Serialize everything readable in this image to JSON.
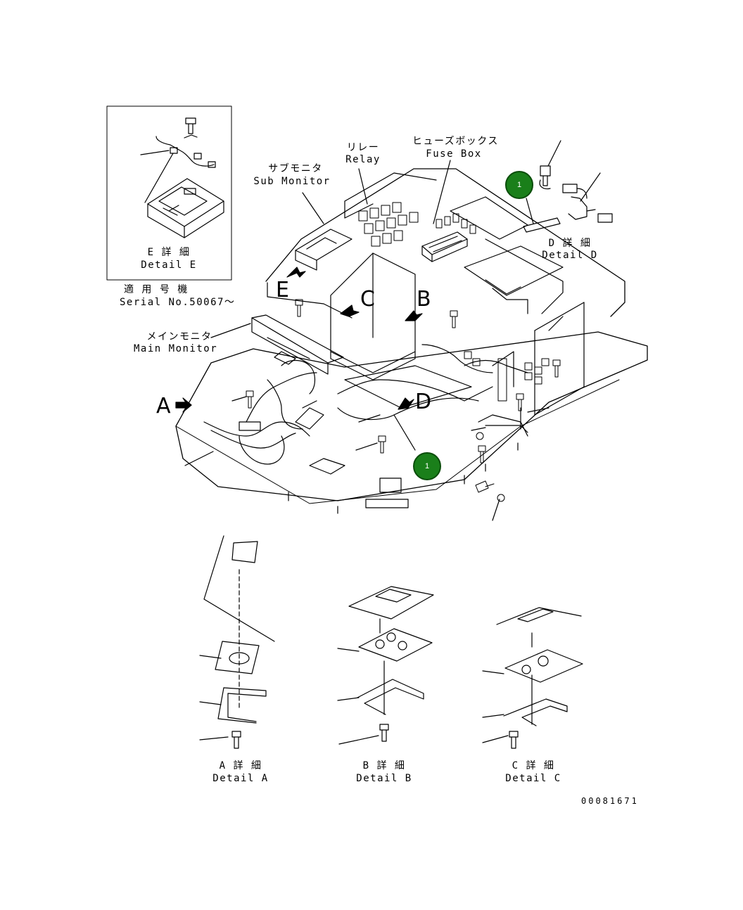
{
  "labels": {
    "detail_e_jp": "E 詳 細",
    "detail_e_en": "Detail E",
    "serial_jp": "適 用 号 機",
    "serial_en": "Serial No.50067～",
    "sub_monitor_jp": "サブモニタ",
    "sub_monitor_en": "Sub Monitor",
    "relay_jp": "リレー",
    "relay_en": "Relay",
    "fuse_box_jp": "ヒューズボックス",
    "fuse_box_en": "Fuse Box",
    "detail_d_jp": "D 詳 細",
    "detail_d_en": "Detail D",
    "main_monitor_jp": "メインモニタ",
    "main_monitor_en": "Main Monitor",
    "detail_a_jp": "A 詳 細",
    "detail_a_en": "Detail A",
    "detail_b_jp": "B 詳 細",
    "detail_b_en": "Detail B",
    "detail_c_jp": "C 詳 細",
    "detail_c_en": "Detail C",
    "drawing_number": "00081671"
  },
  "view_letters": {
    "a": "A",
    "b": "B",
    "c": "C",
    "d": "D",
    "e": "E"
  },
  "markers": {
    "marker_1": "1",
    "marker_2": "1"
  },
  "colors": {
    "marker_fill": "#1a7f1a"
  }
}
